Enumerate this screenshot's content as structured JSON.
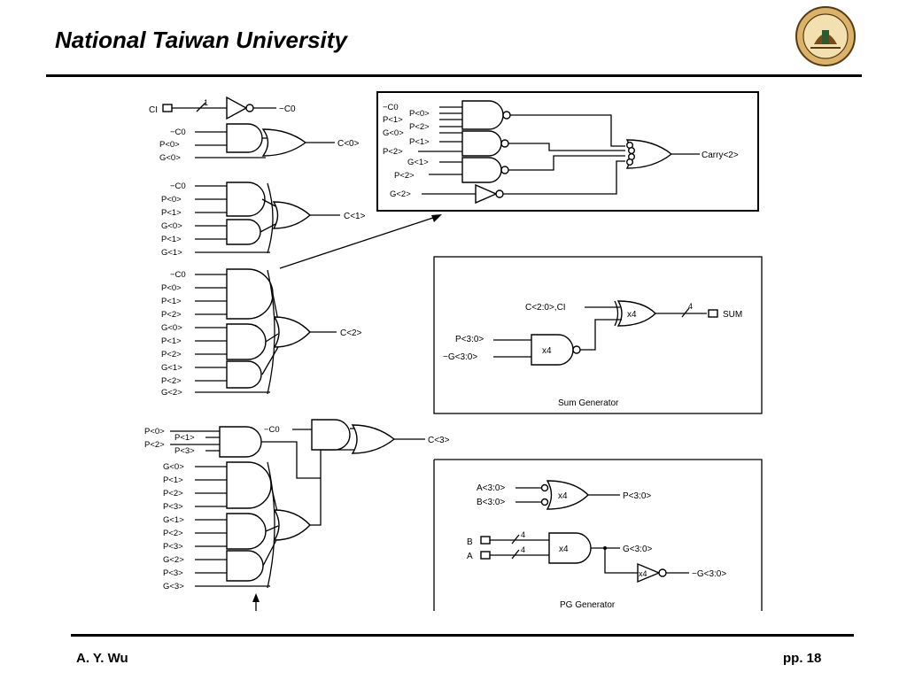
{
  "header": {
    "title": "National Taiwan University",
    "seal_icon": "university-seal-icon"
  },
  "footer": {
    "author": "A. Y. Wu",
    "page": "pp. 18"
  },
  "carry_logic": {
    "inverter": {
      "in": "CI",
      "width": "1",
      "out": "−C0"
    },
    "c0_gate": {
      "inputs": [
        "−C0",
        "P<0>",
        "G<0>"
      ],
      "out": "C<0>"
    },
    "c1_gate": {
      "inputs": [
        "−C0",
        "P<0>",
        "P<1>",
        "G<0>",
        "P<1>",
        "G<1>"
      ],
      "out": "C<1>"
    },
    "c2_gate": {
      "inputs": [
        "−C0",
        "P<0>",
        "P<1>",
        "P<2>",
        "G<0>",
        "P<1>",
        "P<2>",
        "G<1>",
        "P<2>",
        "G<2>"
      ],
      "out": "C<2>"
    },
    "c3_gate": {
      "top_inputs": [
        "P<0>",
        "P<1>",
        "P<2>",
        "P<3>"
      ],
      "c0_in": "−C0",
      "lower_inputs": [
        "G<0>",
        "P<1>",
        "P<2>",
        "P<3>",
        "G<1>",
        "P<2>",
        "P<3>",
        "G<2>",
        "P<3>",
        "G<3>"
      ],
      "out": "C<3>"
    }
  },
  "carry2_detail": {
    "inputs": [
      "−C0",
      "P<0>",
      "P<1>",
      "P<2>",
      "G<0>",
      "P<1>",
      "P<2>",
      "G<1>",
      "P<2>",
      "G<2>"
    ],
    "out": "Carry<2>"
  },
  "sum_generator": {
    "caption": "Sum Generator",
    "xor_in": "C<2:0>,CI",
    "gate_label": "x4",
    "width": "4",
    "out": "SUM",
    "nand_inputs": [
      "P<3:0>",
      "−G<3:0>"
    ]
  },
  "pg_generator": {
    "caption": "PG Generator",
    "or_inputs": [
      "A<3:0>",
      "B<3:0>"
    ],
    "or_out": "P<3:0>",
    "gate_label": "x4",
    "bus_inputs": [
      "B",
      "A"
    ],
    "bus_width": "4",
    "and_out": "G<3:0>",
    "inv_out": "−G<3:0>"
  }
}
